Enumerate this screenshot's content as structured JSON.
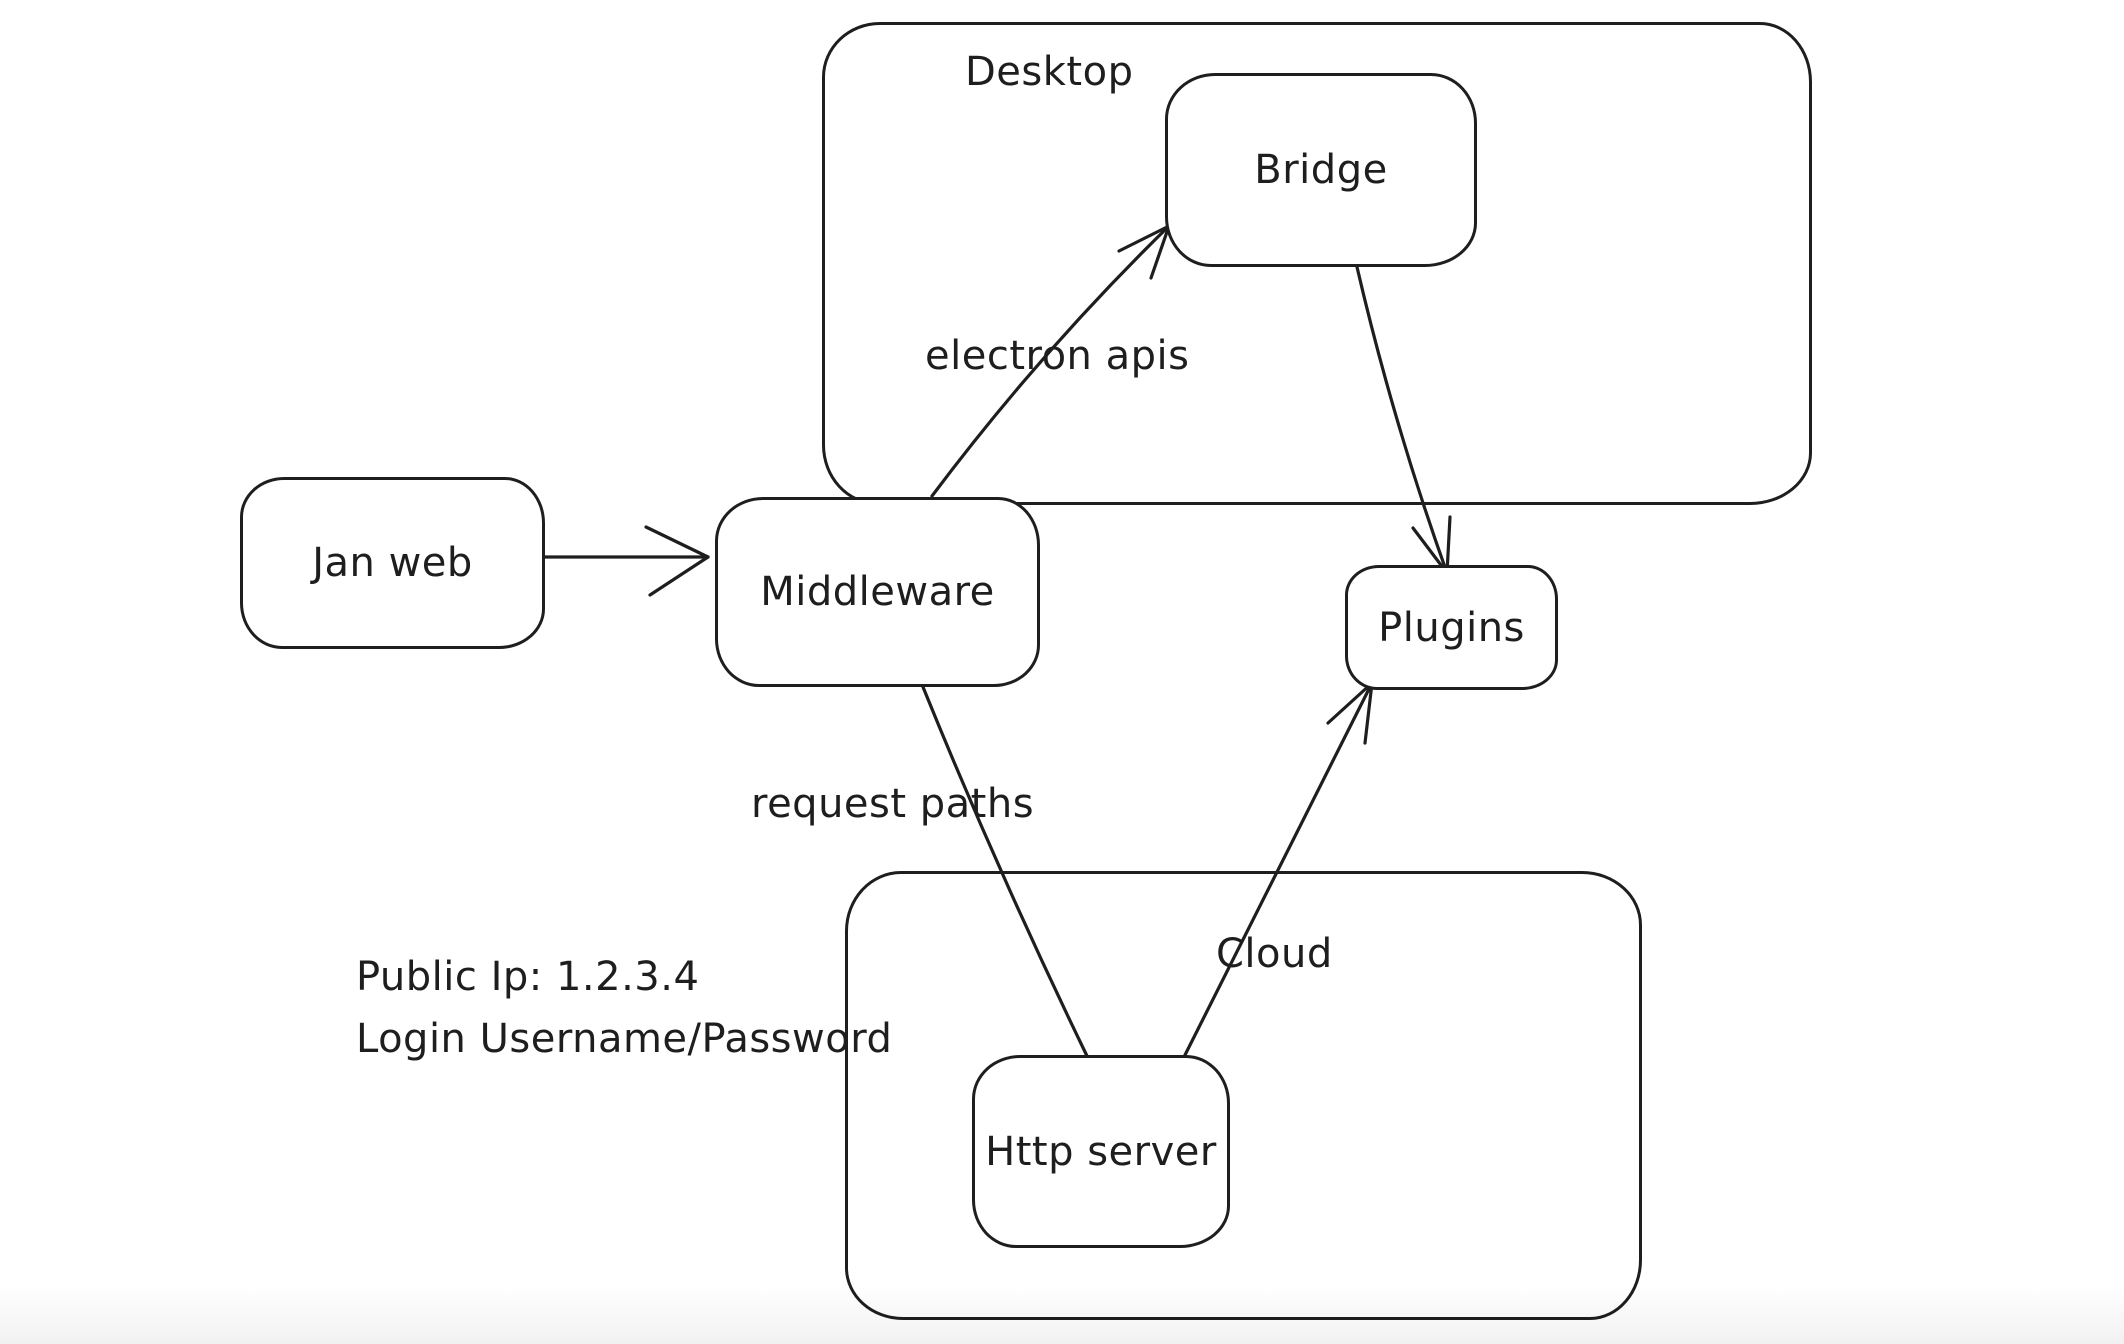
{
  "canvas": {
    "background_color": "#ffffff",
    "ink_color": "#1e1e1e"
  },
  "containers": {
    "desktop": {
      "label": "Desktop"
    },
    "cloud": {
      "label": "Cloud"
    }
  },
  "nodes": {
    "jan_web": {
      "label": "Jan web"
    },
    "middleware": {
      "label": "Middleware"
    },
    "bridge": {
      "label": "Bridge"
    },
    "plugins": {
      "label": "Plugins"
    },
    "http_server": {
      "label": "Http server"
    }
  },
  "edges": {
    "jan_web_to_middleware": {
      "label": "",
      "arrowhead": "at-middleware"
    },
    "middleware_to_bridge": {
      "label": "electron apis",
      "arrowhead": "at-bridge"
    },
    "bridge_to_plugins": {
      "label": "",
      "arrowhead": "at-plugins"
    },
    "middleware_to_http_server": {
      "label": "request paths",
      "arrowhead": "none"
    },
    "http_server_to_plugins": {
      "label": "",
      "arrowhead": "at-plugins"
    }
  },
  "annotations": {
    "public_ip": "Public Ip: 1.2.3.4",
    "login": "Login Username/Password"
  }
}
